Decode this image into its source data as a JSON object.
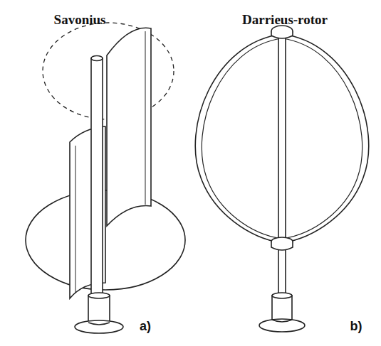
{
  "diagram": {
    "labels": [
      "Savonius",
      "Darrieus-rotor",
      "a)",
      "b)"
    ]
  }
}
